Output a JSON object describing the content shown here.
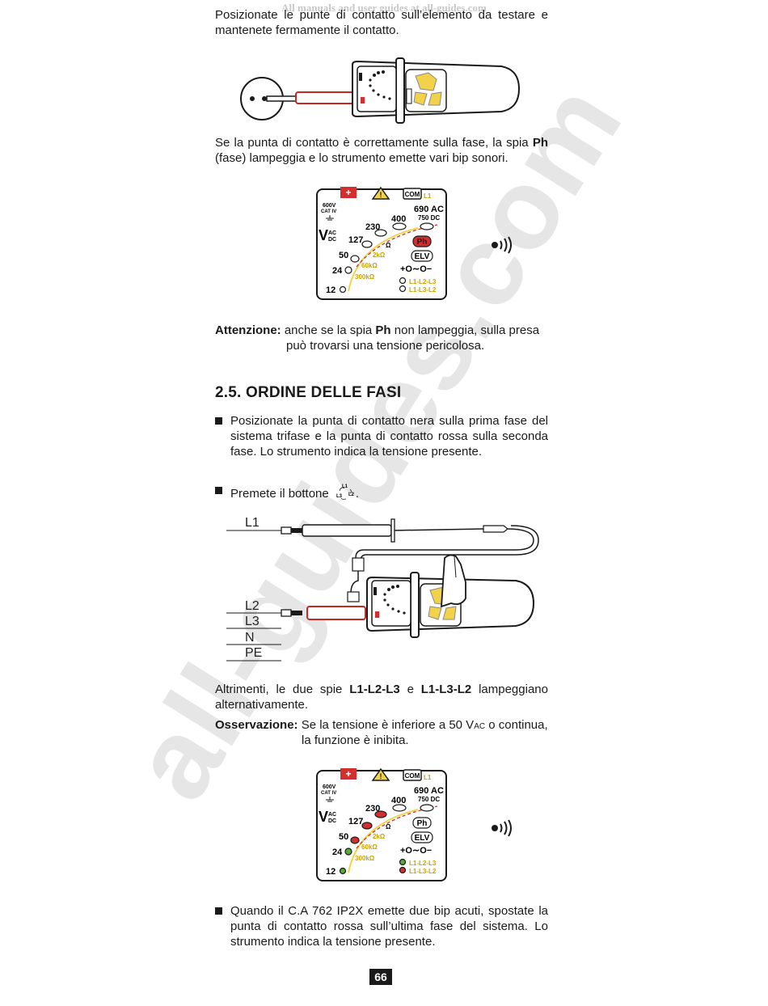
{
  "watermark": {
    "top_note": "All manuals and user guides at all-guides.com",
    "diagonal": "all-guides.com"
  },
  "para1": "Posizionate le punte di contatto sull’elemento da testare e mantenete fermamente il contatto.",
  "para2": {
    "a": "Se la punta di contatto è correttamente sulla fase, la spia ",
    "b": "Ph",
    "c": " (fase) lampeggia e lo strumento emette vari bip sonori."
  },
  "attention": {
    "label": "Attenzione:",
    "a": " anche se la spia ",
    "b": "Ph",
    "c": " non lampeggia, sulla presa",
    "line2": "può trovarsi una tensione pericolosa."
  },
  "section_title": "2.5. ORDINE DELLE FASI",
  "bullet1": "Posizionate la punta di contatto nera sulla prima fase del sistema trifase e la punta di contatto rossa sulla seconda fase. Lo strumento indica la tensione presente.",
  "bullet2": "Premete il bottone",
  "bullet2_end": ".",
  "button_icon": {
    "l1": "L1",
    "l2": "L2",
    "l3": "L3"
  },
  "phases": {
    "l1": "L1",
    "l2": "L2",
    "l3": "L3",
    "n": "N",
    "pe": "PE"
  },
  "para3": {
    "a": "Altrimenti, le due spie ",
    "b": "L1-L2-L3",
    "c": " e ",
    "d": "L1-L3-L2",
    "e": " lampeggiano alternativamente."
  },
  "observation": {
    "label": "Osservazione:",
    "a": " Se la tensione è inferiore a 50 V",
    "sub": "AC",
    "b": " o continua,",
    "line2": "la funzione è inibita."
  },
  "bullet3": "Quando il C.A 762 IP2X emette due bip acuti, spostate la punta di contatto rossa sull’ultima fase del sistema. Lo strumento indica la tensione presente.",
  "panel": {
    "plus": "+",
    "com": "COM",
    "l1": "L1",
    "cat1": "600V",
    "cat2": "CAT IV",
    "v": "V",
    "ac": "AC",
    "dc": "DC",
    "v12": "12",
    "v24": "24",
    "v50": "50",
    "v127": "127",
    "v230": "230",
    "v400": "400",
    "v690": "690 AC",
    "v750": "750 DC",
    "ph": "Ph",
    "elv": "ELV",
    "omega": "Ω",
    "r2k": "2kΩ",
    "r60k": "60kΩ",
    "r300k": "300kΩ",
    "pm": "+O∼O−",
    "seq1": "L1-L2-L3",
    "seq2": "L1-L3-L2"
  },
  "page_number": "66",
  "colors": {
    "red": "#d32f2f",
    "yellow": "#f2d24b",
    "green": "#5aa83a",
    "ink": "#1a1a1a"
  }
}
